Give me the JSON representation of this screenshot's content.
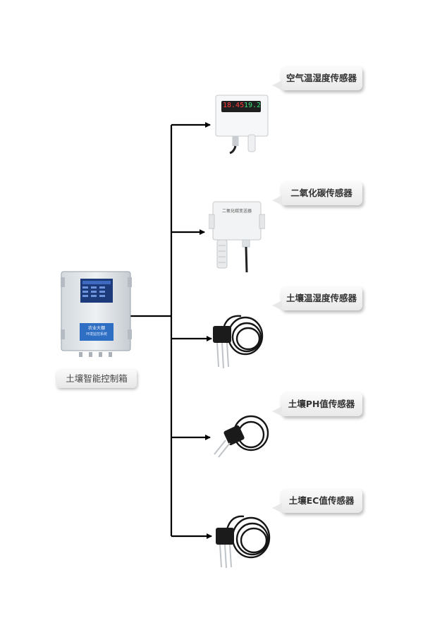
{
  "controller": {
    "label": "土壤智能控制箱",
    "screen_title": "农业大棚",
    "screen_subtitle": "环境监控系统"
  },
  "sensors": [
    {
      "label": "空气温湿度传感器",
      "display_left": "18.45",
      "display_right": "19.2"
    },
    {
      "label": "二氧化碳传感器",
      "device_text": "二氧化碳变送器"
    },
    {
      "label": "土壤温湿度传感器"
    },
    {
      "label": "土壤PH值传感器"
    },
    {
      "label": "土壤EC值传感器"
    }
  ]
}
